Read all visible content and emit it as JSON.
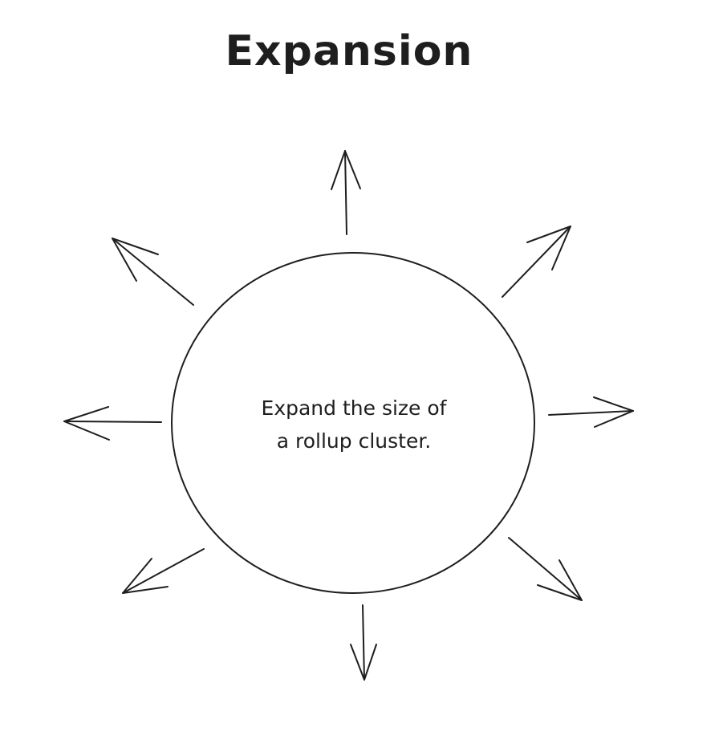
{
  "title": "Expansion",
  "center_text": {
    "line1": "Expand the size of",
    "line2": "a rollup cluster."
  },
  "colors": {
    "background": "#ffffff",
    "stroke": "#1e1e1e",
    "text": "#1e1e1e"
  },
  "arrows": [
    {
      "name": "arrow-up",
      "direction": "up"
    },
    {
      "name": "arrow-up-right",
      "direction": "up-right"
    },
    {
      "name": "arrow-right",
      "direction": "right"
    },
    {
      "name": "arrow-down-right",
      "direction": "down-right"
    },
    {
      "name": "arrow-down",
      "direction": "down"
    },
    {
      "name": "arrow-down-left",
      "direction": "down-left"
    },
    {
      "name": "arrow-left",
      "direction": "left"
    },
    {
      "name": "arrow-up-left",
      "direction": "up-left"
    }
  ]
}
